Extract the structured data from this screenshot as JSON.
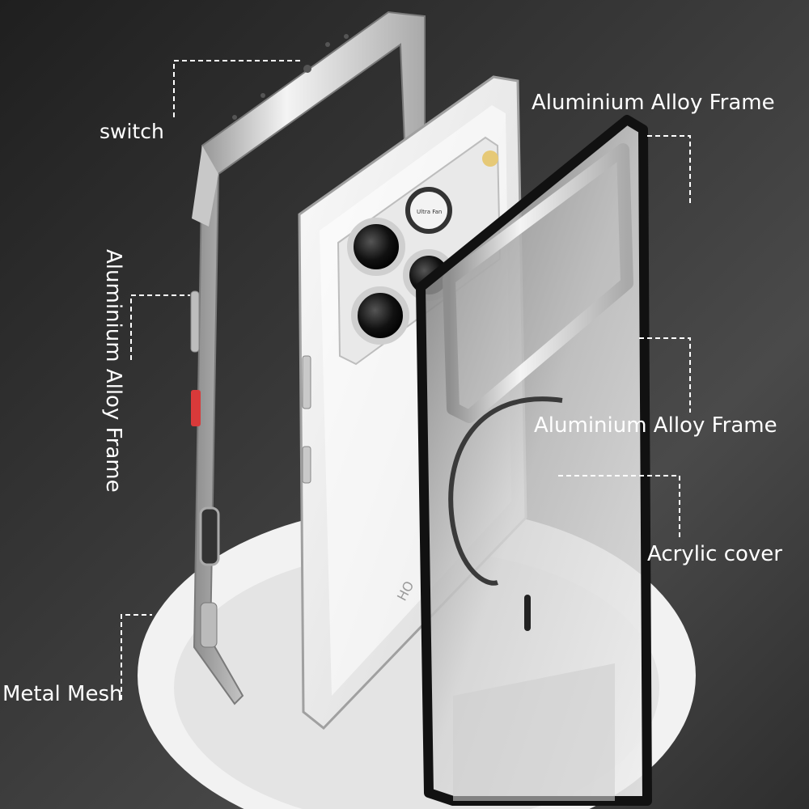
{
  "labels": {
    "switch": "switch",
    "frame_top": "Aluminium Alloy Frame",
    "frame_side": "Aluminium Alloy Frame",
    "frame_middle": "Aluminium Alloy Frame",
    "acrylic_cover": "Acrylic cover",
    "metal_mesh": "Metal Mesh"
  },
  "phone_brand_text": "HO",
  "lens_text": "Ultra Fan",
  "colors": {
    "background": "#2b2b2b",
    "pedestal": "#f2f2f2",
    "frame_silver": "#d9d9d9",
    "accent_red": "#d93a3a",
    "label_text": "#ffffff",
    "callout_line": "#ffffff"
  }
}
